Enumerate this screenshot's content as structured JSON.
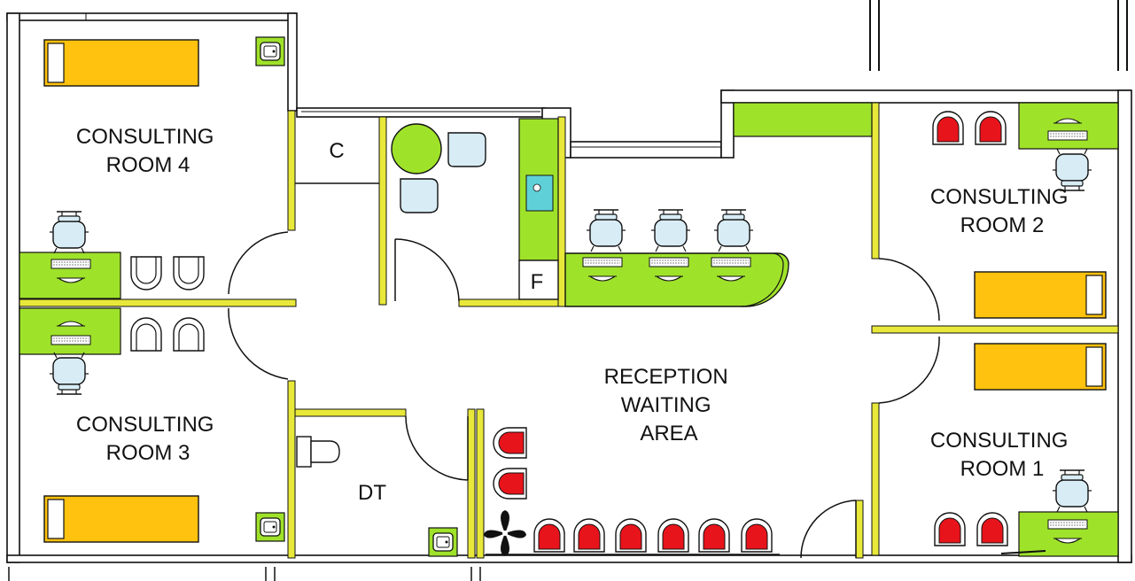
{
  "rooms": {
    "consulting_room_4": [
      "CONSULTING",
      "ROOM 4"
    ],
    "consulting_room_3": [
      "CONSULTING",
      "ROOM 3"
    ],
    "consulting_room_2": [
      "CONSULTING",
      "ROOM 2"
    ],
    "consulting_room_1": [
      "CONSULTING",
      "ROOM 1"
    ],
    "reception": [
      "RECEPTION",
      "WAITING",
      "AREA"
    ],
    "closet": "C",
    "fridge": "F",
    "toilet": "DT"
  },
  "colors": {
    "wall": "#111111",
    "wall_fill": "#ffffff",
    "partition": "#e8e83a",
    "counter": "#9fe22a",
    "bed": "#ffc20e",
    "red_chair": "#e8141b",
    "office_chair": "#d8ecf5",
    "sink": "#5fd0d8"
  }
}
